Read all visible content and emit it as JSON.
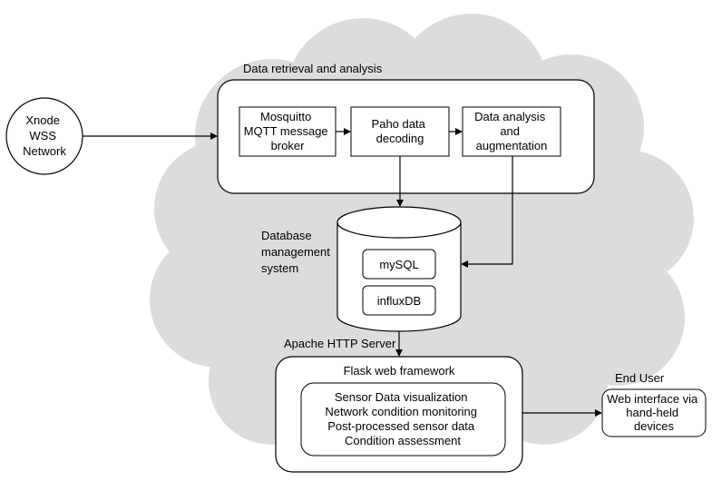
{
  "xnode": {
    "lines": [
      "Xnode",
      "WSS",
      "Network"
    ]
  },
  "retrieval": {
    "title": "Data retrieval and analysis",
    "mosquitto": [
      "Mosquitto",
      "MQTT message",
      "broker"
    ],
    "paho": [
      "Paho data",
      "decoding"
    ],
    "analysis": [
      "Data analysis",
      "and",
      "augmentation"
    ]
  },
  "database": {
    "label": [
      "Database",
      "management",
      "system"
    ],
    "mysql": "mySQL",
    "influx": "influxDB"
  },
  "apache": {
    "label": "Apache HTTP Server"
  },
  "flask": {
    "title": "Flask web framework",
    "items": [
      "Sensor Data visualization",
      "Network condition monitoring",
      "Post-processed sensor data",
      "Condition assessment"
    ]
  },
  "end_user": {
    "label": "End User",
    "box": [
      "Web interface via",
      "hand-held",
      "devices"
    ]
  },
  "colors": {
    "cloud": "#dcdcdc",
    "stroke": "#000000",
    "fill": "#ffffff"
  }
}
